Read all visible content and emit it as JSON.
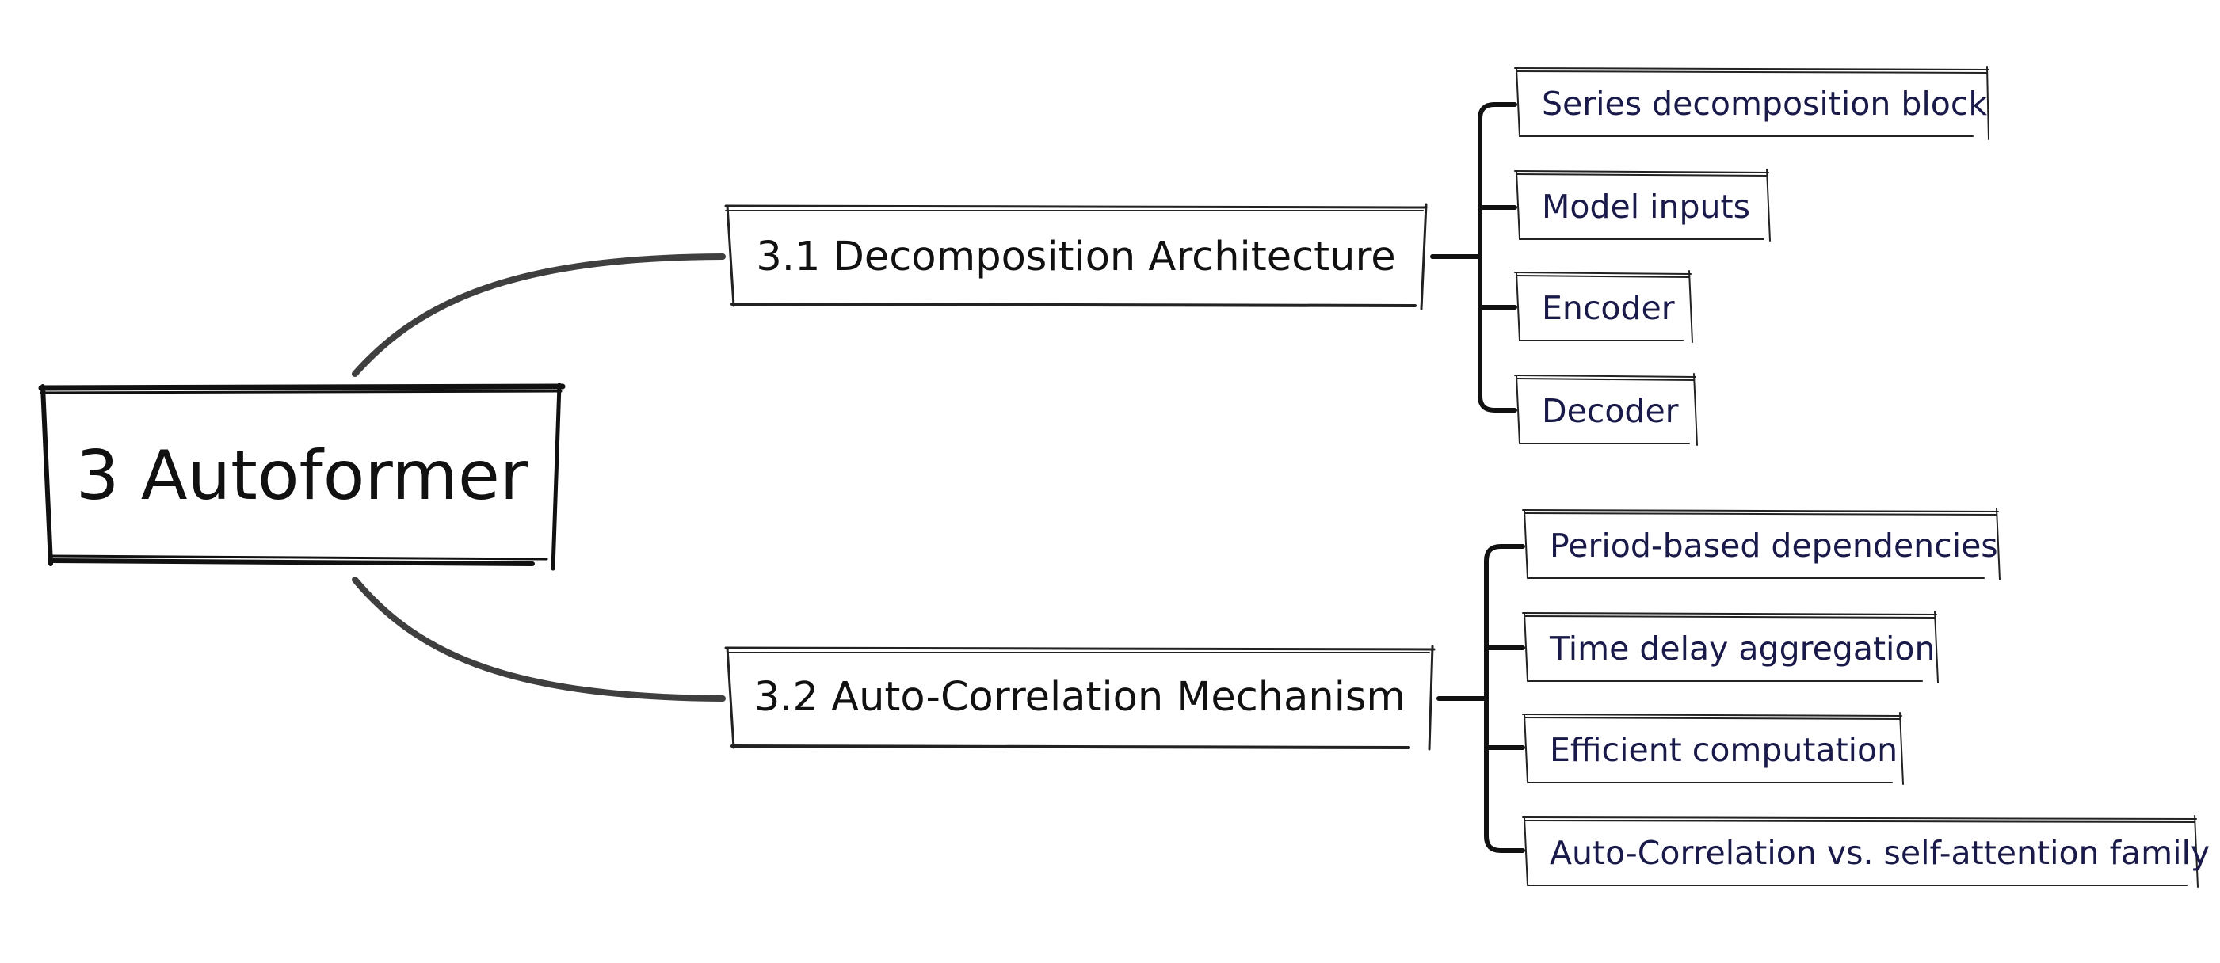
{
  "root": {
    "label": "3 Autoformer"
  },
  "branches": [
    {
      "label": "3.1 Decomposition Architecture",
      "children": [
        "Series decomposition block",
        "Model inputs",
        "Encoder",
        "Decoder"
      ]
    },
    {
      "label": "3.2 Auto-Correlation Mechanism",
      "children": [
        "Period-based dependencies",
        "Time delay aggregation",
        "Efficient computation",
        "Auto-Correlation vs. self-attention family"
      ]
    }
  ],
  "colors": {
    "line": "#3f3f3f",
    "bracket": "#111111",
    "box_border": "#222222",
    "leaf_text": "#1a1a4a",
    "text": "#111111"
  }
}
